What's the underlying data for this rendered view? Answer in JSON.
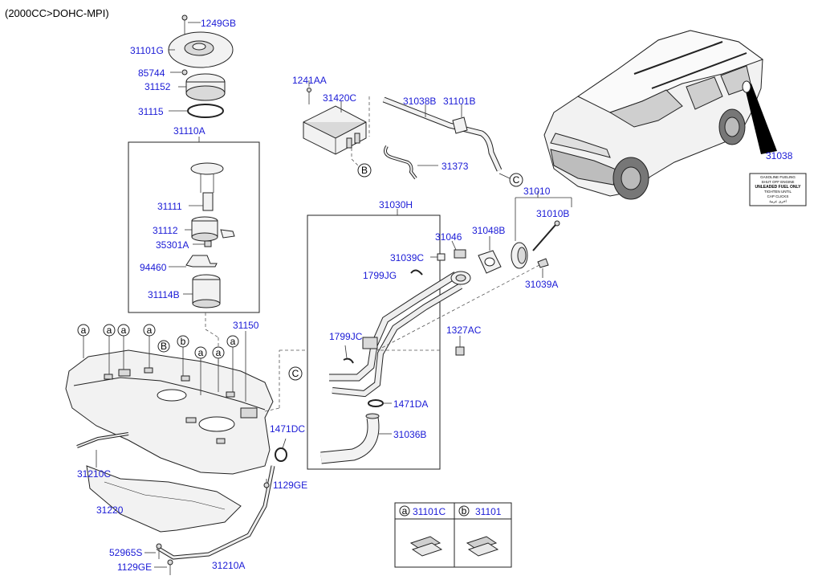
{
  "header": "(2000CC>DOHC-MPI)",
  "labels": {
    "p1249GB": "1249GB",
    "p31101G": "31101G",
    "p85744": "85744",
    "p31152": "31152",
    "p31115": "31115",
    "p31110A": "31110A",
    "p31111": "31111",
    "p31112": "31112",
    "p35301A": "35301A",
    "p94460": "94460",
    "p31114B": "31114B",
    "p31150": "31150",
    "p1241AA": "1241AA",
    "p31420C": "31420C",
    "p31038B": "31038B",
    "p31101B": "31101B",
    "p31373": "31373",
    "p31030H": "31030H",
    "p31010": "31010",
    "p31010B": "31010B",
    "p31046": "31046",
    "p31048B": "31048B",
    "p31039C": "31039C",
    "p1799JG": "1799JG",
    "p31039A": "31039A",
    "p1327AC": "1327AC",
    "p1799JC": "1799JC",
    "p1471DA": "1471DA",
    "p1471DC": "1471DC",
    "p31036B": "31036B",
    "p31038": "31038",
    "p31210C": "31210C",
    "p31220": "31220",
    "p1129GE_a": "1129GE",
    "p52965S": "52965S",
    "p1129GE_b": "1129GE",
    "p31210A": "31210A"
  },
  "callouts": {
    "a": "a",
    "b": "b",
    "B": "B",
    "C": "C"
  },
  "legend": {
    "a_code": "31101C",
    "b_code": "31101"
  },
  "fuel_label_lines": [
    "GASOLINE FUELING",
    "SHUT OFF ENGINE",
    "UNLEADED FUEL ONLY",
    "TIGHTEN UNTIL",
    "CAP CLICKS",
    "اخرى عربية"
  ]
}
